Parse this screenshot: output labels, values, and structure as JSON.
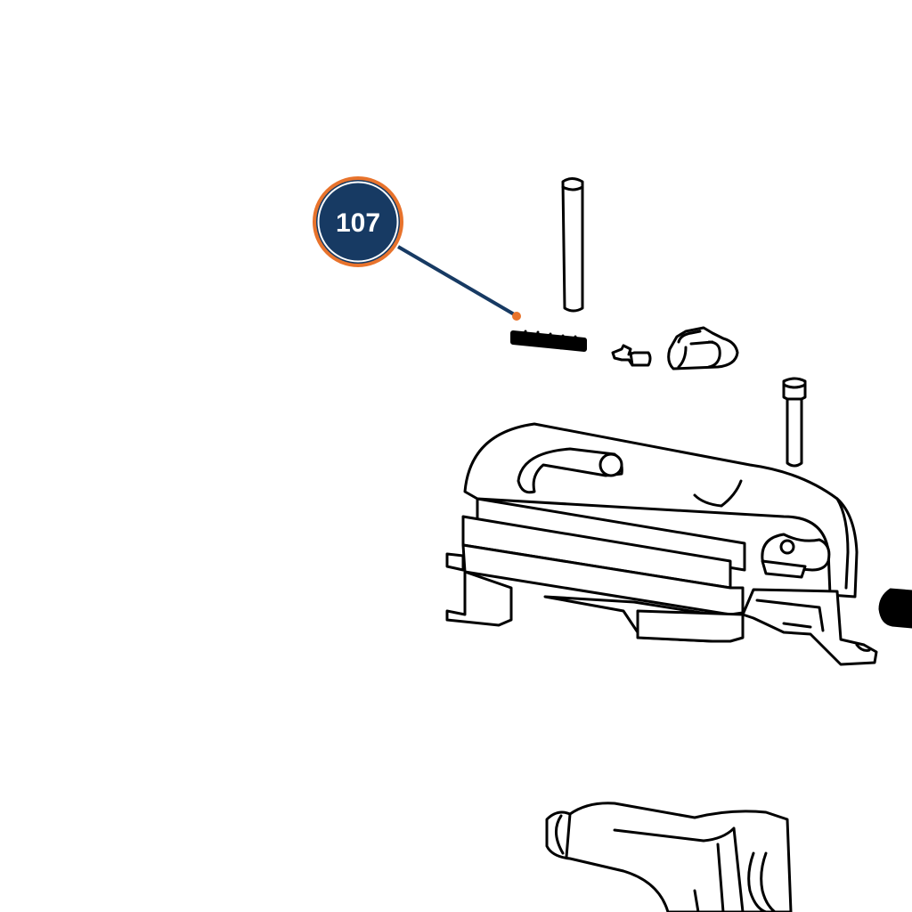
{
  "callouts": [
    {
      "label": "107",
      "part": "spring"
    }
  ],
  "colors": {
    "callout_fill": "#173a63",
    "callout_ring": "#e8732c",
    "leader_line": "#173a63",
    "leader_dot": "#e8732c",
    "line_art": "#000000",
    "background": "#ffffff"
  },
  "icons": [
    "pin",
    "spring",
    "detent-plunger",
    "bolt-catch",
    "roll-pin",
    "receiver-housing",
    "trigger"
  ]
}
